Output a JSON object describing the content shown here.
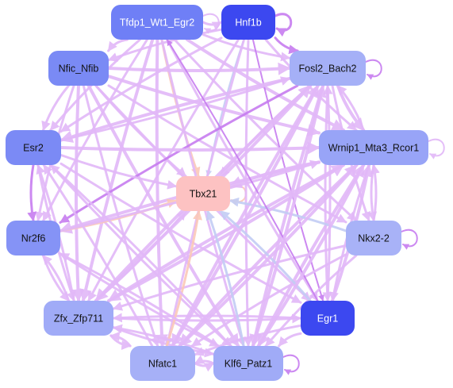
{
  "colors": {
    "edge_default": "#e2b8f8",
    "edge_strong": "#c77df0",
    "edge_blue": "#c3cdf4",
    "edge_orange": "#fbc9b8",
    "node_center": "#fdc2c2",
    "node_text_dark": "#111111",
    "node_text_light": "#ffffff"
  },
  "nodes": [
    {
      "id": "tfdp1",
      "label": "Tfdp1_Wt1_Egr2",
      "fill": "#6f7ff6",
      "text_color": "#ffffff"
    },
    {
      "id": "hnf1b",
      "label": "Hnf1b",
      "fill": "#3c48f0",
      "text_color": "#ffffff"
    },
    {
      "id": "nfic",
      "label": "Nfic_Nfib",
      "fill": "#7a8af5",
      "text_color": "#111111"
    },
    {
      "id": "fosl2",
      "label": "Fosl2_Bach2",
      "fill": "#a5b0f7",
      "text_color": "#111111"
    },
    {
      "id": "esr2",
      "label": "Esr2",
      "fill": "#7b8af5",
      "text_color": "#111111"
    },
    {
      "id": "wrnip1",
      "label": "Wrnip1_Mta3_Rcor1",
      "fill": "#98a4f7",
      "text_color": "#111111"
    },
    {
      "id": "tbx21",
      "label": "Tbx21",
      "fill": "#fdc2c2",
      "text_color": "#111111"
    },
    {
      "id": "nr2f6",
      "label": "Nr2f6",
      "fill": "#8593f6",
      "text_color": "#111111"
    },
    {
      "id": "nkx22",
      "label": "Nkx2-2",
      "fill": "#a8b2f7",
      "text_color": "#111111"
    },
    {
      "id": "zfx",
      "label": "Zfx_Zfp711",
      "fill": "#a0abf7",
      "text_color": "#111111"
    },
    {
      "id": "egr1",
      "label": "Egr1",
      "fill": "#3c48f0",
      "text_color": "#ffffff"
    },
    {
      "id": "nfatc1",
      "label": "Nfatc1",
      "fill": "#a6b0f7",
      "text_color": "#111111"
    },
    {
      "id": "klf6",
      "label": "Klf6_Patz1",
      "fill": "#a0abf7",
      "text_color": "#111111"
    }
  ],
  "edges": [
    {
      "from": "hnf1b",
      "to": "hnf1b",
      "color": "edge_strong",
      "weight": 3
    },
    {
      "from": "tfdp1",
      "to": "tfdp1",
      "color": "edge_default",
      "weight": 2
    },
    {
      "from": "fosl2",
      "to": "fosl2",
      "color": "edge_strong",
      "weight": 2
    },
    {
      "from": "nkx22",
      "to": "nkx22",
      "color": "edge_strong",
      "weight": 2
    },
    {
      "from": "klf6",
      "to": "klf6",
      "color": "edge_strong",
      "weight": 2
    },
    {
      "from": "wrnip1",
      "to": "wrnip1",
      "color": "edge_default",
      "weight": 2
    },
    {
      "from": "tbx21",
      "to": "tbx21",
      "color": "edge_orange",
      "weight": 2
    },
    {
      "from": "tfdp1",
      "to": "hnf1b",
      "color": "edge_default",
      "weight": 3
    },
    {
      "from": "tfdp1",
      "to": "nfic",
      "color": "edge_default",
      "weight": 3
    },
    {
      "from": "tfdp1",
      "to": "fosl2",
      "color": "edge_default",
      "weight": 3
    },
    {
      "from": "tfdp1",
      "to": "esr2",
      "color": "edge_default",
      "weight": 3
    },
    {
      "from": "tfdp1",
      "to": "wrnip1",
      "color": "edge_default",
      "weight": 4
    },
    {
      "from": "tfdp1",
      "to": "tbx21",
      "color": "edge_orange",
      "weight": 3
    },
    {
      "from": "tfdp1",
      "to": "nr2f6",
      "color": "edge_default",
      "weight": 3
    },
    {
      "from": "tfdp1",
      "to": "nkx22",
      "color": "edge_default",
      "weight": 3
    },
    {
      "from": "tfdp1",
      "to": "zfx",
      "color": "edge_default",
      "weight": 4
    },
    {
      "from": "tfdp1",
      "to": "egr1",
      "color": "edge_default",
      "weight": 3
    },
    {
      "from": "tfdp1",
      "to": "nfatc1",
      "color": "edge_default",
      "weight": 4
    },
    {
      "from": "tfdp1",
      "to": "klf6",
      "color": "edge_default",
      "weight": 3
    },
    {
      "from": "hnf1b",
      "to": "fosl2",
      "color": "edge_strong",
      "weight": 3
    },
    {
      "from": "hnf1b",
      "to": "nfic",
      "color": "edge_default",
      "weight": 3
    },
    {
      "from": "hnf1b",
      "to": "tbx21",
      "color": "edge_blue",
      "weight": 2
    },
    {
      "from": "hnf1b",
      "to": "esr2",
      "color": "edge_default",
      "weight": 3
    },
    {
      "from": "hnf1b",
      "to": "wrnip1",
      "color": "edge_default",
      "weight": 3
    },
    {
      "from": "hnf1b",
      "to": "zfx",
      "color": "edge_default",
      "weight": 3
    },
    {
      "from": "hnf1b",
      "to": "egr1",
      "color": "edge_strong",
      "weight": 2
    },
    {
      "from": "hnf1b",
      "to": "klf6",
      "color": "edge_default",
      "weight": 3
    },
    {
      "from": "hnf1b",
      "to": "nfatc1",
      "color": "edge_default",
      "weight": 3
    },
    {
      "from": "nfic",
      "to": "tbx21",
      "color": "edge_default",
      "weight": 3
    },
    {
      "from": "nfic",
      "to": "fosl2",
      "color": "edge_default",
      "weight": 4
    },
    {
      "from": "nfic",
      "to": "wrnip1",
      "color": "edge_default",
      "weight": 4
    },
    {
      "from": "nfic",
      "to": "esr2",
      "color": "edge_default",
      "weight": 3
    },
    {
      "from": "nfic",
      "to": "nr2f6",
      "color": "edge_default",
      "weight": 3
    },
    {
      "from": "nfic",
      "to": "zfx",
      "color": "edge_default",
      "weight": 4
    },
    {
      "from": "nfic",
      "to": "egr1",
      "color": "edge_default",
      "weight": 3
    },
    {
      "from": "nfic",
      "to": "nkx22",
      "color": "edge_default",
      "weight": 3
    },
    {
      "from": "nfic",
      "to": "klf6",
      "color": "edge_default",
      "weight": 4
    },
    {
      "from": "nfic",
      "to": "nfatc1",
      "color": "edge_default",
      "weight": 3
    },
    {
      "from": "fosl2",
      "to": "tbx21",
      "color": "edge_default",
      "weight": 3
    },
    {
      "from": "fosl2",
      "to": "wrnip1",
      "color": "edge_default",
      "weight": 4
    },
    {
      "from": "fosl2",
      "to": "esr2",
      "color": "edge_default",
      "weight": 4
    },
    {
      "from": "fosl2",
      "to": "nr2f6",
      "color": "edge_strong",
      "weight": 3
    },
    {
      "from": "fosl2",
      "to": "zfx",
      "color": "edge_default",
      "weight": 4
    },
    {
      "from": "fosl2",
      "to": "nfatc1",
      "color": "edge_default",
      "weight": 4
    },
    {
      "from": "fosl2",
      "to": "klf6",
      "color": "edge_default",
      "weight": 4
    },
    {
      "from": "fosl2",
      "to": "egr1",
      "color": "edge_default",
      "weight": 3
    },
    {
      "from": "fosl2",
      "to": "nkx22",
      "color": "edge_default",
      "weight": 3
    },
    {
      "from": "esr2",
      "to": "nr2f6",
      "color": "edge_strong",
      "weight": 3
    },
    {
      "from": "esr2",
      "to": "wrnip1",
      "color": "edge_default",
      "weight": 4
    },
    {
      "from": "esr2",
      "to": "tbx21",
      "color": "edge_default",
      "weight": 3
    },
    {
      "from": "esr2",
      "to": "fosl2",
      "color": "edge_default",
      "weight": 3
    },
    {
      "from": "esr2",
      "to": "zfx",
      "color": "edge_default",
      "weight": 3
    },
    {
      "from": "esr2",
      "to": "klf6",
      "color": "edge_default",
      "weight": 3
    },
    {
      "from": "esr2",
      "to": "egr1",
      "color": "edge_default",
      "weight": 3
    },
    {
      "from": "wrnip1",
      "to": "tbx21",
      "color": "edge_default",
      "weight": 4
    },
    {
      "from": "wrnip1",
      "to": "nkx22",
      "color": "edge_default",
      "weight": 3
    },
    {
      "from": "wrnip1",
      "to": "nr2f6",
      "color": "edge_default",
      "weight": 4
    },
    {
      "from": "wrnip1",
      "to": "zfx",
      "color": "edge_default",
      "weight": 4
    },
    {
      "from": "wrnip1",
      "to": "nfatc1",
      "color": "edge_default",
      "weight": 4
    },
    {
      "from": "wrnip1",
      "to": "klf6",
      "color": "edge_default",
      "weight": 4
    },
    {
      "from": "wrnip1",
      "to": "egr1",
      "color": "edge_default",
      "weight": 3
    },
    {
      "from": "wrnip1",
      "to": "fosl2",
      "color": "edge_default",
      "weight": 3
    },
    {
      "from": "nr2f6",
      "to": "tbx21",
      "color": "edge_orange",
      "weight": 3
    },
    {
      "from": "nr2f6",
      "to": "zfx",
      "color": "edge_default",
      "weight": 3
    },
    {
      "from": "nr2f6",
      "to": "wrnip1",
      "color": "edge_default",
      "weight": 3
    },
    {
      "from": "nr2f6",
      "to": "klf6",
      "color": "edge_default",
      "weight": 3
    },
    {
      "from": "nkx22",
      "to": "tbx21",
      "color": "edge_blue",
      "weight": 3
    },
    {
      "from": "nkx22",
      "to": "wrnip1",
      "color": "edge_default",
      "weight": 3
    },
    {
      "from": "nkx22",
      "to": "klf6",
      "color": "edge_default",
      "weight": 3
    },
    {
      "from": "nkx22",
      "to": "zfx",
      "color": "edge_default",
      "weight": 3
    },
    {
      "from": "nkx22",
      "to": "nfatc1",
      "color": "edge_default",
      "weight": 3
    },
    {
      "from": "zfx",
      "to": "tbx21",
      "color": "edge_default",
      "weight": 3
    },
    {
      "from": "zfx",
      "to": "nfatc1",
      "color": "edge_default",
      "weight": 3
    },
    {
      "from": "zfx",
      "to": "klf6",
      "color": "edge_default",
      "weight": 3
    },
    {
      "from": "zfx",
      "to": "esr2",
      "color": "edge_default",
      "weight": 3
    },
    {
      "from": "zfx",
      "to": "fosl2",
      "color": "edge_default",
      "weight": 4
    },
    {
      "from": "zfx",
      "to": "wrnip1",
      "color": "edge_default",
      "weight": 4
    },
    {
      "from": "zfx",
      "to": "nr2f6",
      "color": "edge_default",
      "weight": 3
    },
    {
      "from": "zfx",
      "to": "egr1",
      "color": "edge_default",
      "weight": 3
    },
    {
      "from": "egr1",
      "to": "tbx21",
      "color": "edge_blue",
      "weight": 3
    },
    {
      "from": "egr1",
      "to": "wrnip1",
      "color": "edge_default",
      "weight": 4
    },
    {
      "from": "egr1",
      "to": "fosl2",
      "color": "edge_default",
      "weight": 3
    },
    {
      "from": "egr1",
      "to": "zfx",
      "color": "edge_default",
      "weight": 3
    },
    {
      "from": "egr1",
      "to": "klf6",
      "color": "edge_default",
      "weight": 3
    },
    {
      "from": "egr1",
      "to": "nfatc1",
      "color": "edge_default",
      "weight": 3
    },
    {
      "from": "egr1",
      "to": "tfdp1",
      "color": "edge_strong",
      "weight": 2
    },
    {
      "from": "nfatc1",
      "to": "tbx21",
      "color": "edge_orange",
      "weight": 3
    },
    {
      "from": "nfatc1",
      "to": "klf6",
      "color": "edge_default",
      "weight": 3
    },
    {
      "from": "nfatc1",
      "to": "wrnip1",
      "color": "edge_default",
      "weight": 4
    },
    {
      "from": "nfatc1",
      "to": "fosl2",
      "color": "edge_default",
      "weight": 4
    },
    {
      "from": "nfatc1",
      "to": "esr2",
      "color": "edge_default",
      "weight": 3
    },
    {
      "from": "nfatc1",
      "to": "zfx",
      "color": "edge_default",
      "weight": 3
    },
    {
      "from": "klf6",
      "to": "tbx21",
      "color": "edge_blue",
      "weight": 3
    },
    {
      "from": "klf6",
      "to": "wrnip1",
      "color": "edge_default",
      "weight": 4
    },
    {
      "from": "klf6",
      "to": "fosl2",
      "color": "edge_default",
      "weight": 4
    },
    {
      "from": "klf6",
      "to": "nfatc1",
      "color": "edge_default",
      "weight": 3
    },
    {
      "from": "klf6",
      "to": "zfx",
      "color": "edge_default",
      "weight": 3
    },
    {
      "from": "klf6",
      "to": "nr2f6",
      "color": "edge_default",
      "weight": 3
    },
    {
      "from": "klf6",
      "to": "esr2",
      "color": "edge_default",
      "weight": 3
    }
  ]
}
